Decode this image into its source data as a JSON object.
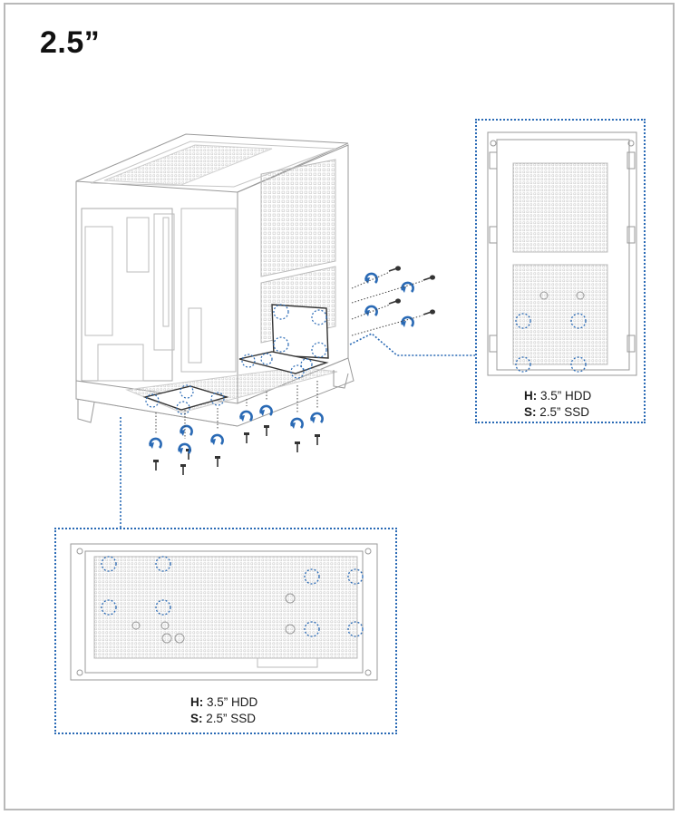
{
  "title": "2.5”",
  "right_panel": {
    "legend": [
      {
        "key": "H:",
        "value": "3.5” HDD"
      },
      {
        "key": "S:",
        "value": "2.5” SSD"
      }
    ]
  },
  "bottom_panel": {
    "legend": [
      {
        "key": "H:",
        "value": "3.5” HDD"
      },
      {
        "key": "S:",
        "value": "2.5” SSD"
      }
    ]
  },
  "colors": {
    "accent": "#2a6ab5",
    "line": "#9a9a9a",
    "dark_line": "#222222",
    "frame": "#b9b9b9"
  },
  "icons": [
    "screw-icon",
    "rotate-arrow-icon",
    "pc-case-illustration",
    "mounting-plate-illustration"
  ]
}
